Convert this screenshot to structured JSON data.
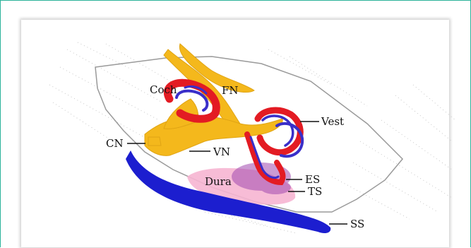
{
  "labels": {
    "coch": "Coch",
    "fn": "FN",
    "vest": "Vest",
    "cn": "CN",
    "vn": "VN",
    "es": "ES",
    "dura": "Dura",
    "ts": "TS",
    "ss": "SS"
  },
  "colors": {
    "frame": "#2bb39a",
    "nerve": "#f4b81c",
    "canal_red": "#e31b23",
    "canal_blue": "#3a2fc9",
    "sinus_blue": "#1c1ecf",
    "dura_pink": "#f6b5d2",
    "sac_purple": "#a24bb0",
    "bone_outline": "#9a9a9a"
  }
}
